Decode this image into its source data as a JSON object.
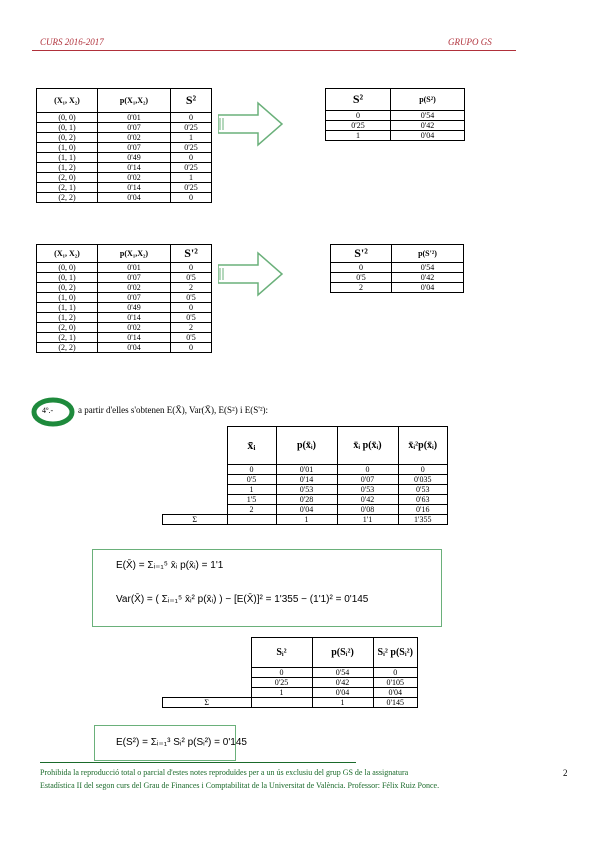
{
  "header": {
    "left": "CURS 2016-2017",
    "right": "GRUPO GS"
  },
  "table1": {
    "headers": [
      "(X₁, X₂)",
      "p(X₁,X₂)",
      "S²"
    ],
    "rows": [
      [
        "(0, 0)",
        "0'01",
        "0"
      ],
      [
        "(0, 1)",
        "0'07",
        "0'25"
      ],
      [
        "(0, 2)",
        "0'02",
        "1"
      ],
      [
        "(1, 0)",
        "0'07",
        "0'25"
      ],
      [
        "(1, 1)",
        "0'49",
        "0"
      ],
      [
        "(1, 2)",
        "0'14",
        "0'25"
      ],
      [
        "(2, 0)",
        "0'02",
        "1"
      ],
      [
        "(2, 1)",
        "0'14",
        "0'25"
      ],
      [
        "(2, 2)",
        "0'04",
        "0"
      ]
    ]
  },
  "table2": {
    "headers": [
      "S²",
      "p(S²)"
    ],
    "rows": [
      [
        "0",
        "0'54"
      ],
      [
        "0'25",
        "0'42"
      ],
      [
        "1",
        "0'04"
      ]
    ]
  },
  "table3": {
    "headers": [
      "(X₁, X₂)",
      "p(X₁,X₂)",
      "S'²"
    ],
    "rows": [
      [
        "(0, 0)",
        "0'01",
        "0"
      ],
      [
        "(0, 1)",
        "0'07",
        "0'5"
      ],
      [
        "(0, 2)",
        "0'02",
        "2"
      ],
      [
        "(1, 0)",
        "0'07",
        "0'5"
      ],
      [
        "(1, 1)",
        "0'49",
        "0"
      ],
      [
        "(1, 2)",
        "0'14",
        "0'5"
      ],
      [
        "(2, 0)",
        "0'02",
        "2"
      ],
      [
        "(2, 1)",
        "0'14",
        "0'5"
      ],
      [
        "(2, 2)",
        "0'04",
        "0"
      ]
    ]
  },
  "table4": {
    "headers": [
      "S'²",
      "p(S'²)"
    ],
    "rows": [
      [
        "0",
        "0'54"
      ],
      [
        "0'5",
        "0'42"
      ],
      [
        "2",
        "0'04"
      ]
    ]
  },
  "step": {
    "label": "4º.-",
    "text": "a partir d'elles s'obtenen E(X̄), Var(X̄), E(S²) i E(S'²):"
  },
  "table5": {
    "headers": [
      "x̄ᵢ",
      "p(x̄ᵢ)",
      "x̄ᵢ p(x̄ᵢ)",
      "x̄ᵢ²p(x̄ᵢ)"
    ],
    "rows": [
      [
        "0",
        "0'01",
        "0",
        "0"
      ],
      [
        "0'5",
        "0'14",
        "0'07",
        "0'035"
      ],
      [
        "1",
        "0'53",
        "0'53",
        "0'53"
      ],
      [
        "1'5",
        "0'28",
        "0'42",
        "0'63"
      ],
      [
        "2",
        "0'04",
        "0'08",
        "0'16"
      ]
    ],
    "total": [
      "Σ",
      "1",
      "1'1",
      "1'355"
    ]
  },
  "formula1": {
    "line1": "E(X̄) = Σᵢ₌₁⁵ x̄ᵢ p(x̄ᵢ) = 1'1",
    "line2": "Var(X̄) = ( Σᵢ₌₁⁵ x̄ᵢ² p(x̄ᵢ) ) − [E(X̄)]² = 1'355 − (1'1)² = 0'145"
  },
  "table6": {
    "headers": [
      "Sᵢ²",
      "p(Sᵢ²)",
      "Sᵢ² p(Sᵢ²)"
    ],
    "rows": [
      [
        "0",
        "0'54",
        "0"
      ],
      [
        "0'25",
        "0'42",
        "0'105"
      ],
      [
        "1",
        "0'04",
        "0'04"
      ]
    ],
    "total": [
      "Σ",
      "1",
      "0'145"
    ]
  },
  "formula2": {
    "line1": "E(S²) = Σᵢ₌₁³ Sᵢ² p(Sᵢ²) = 0'145"
  },
  "footer": {
    "line1": "Prohibida la reproducció total o parcial d'estes notes  reproduïdes per a un ús exclusiu  del grup GS de la assignatura",
    "line2": "Estadística II del segon curs del Grau de Finances i Comptabilitat de la Universitat de València. Professor: Félix Ruiz Ponce.",
    "page": "2"
  },
  "colors": {
    "header": "#b0303a",
    "arrow": "#6ab07a",
    "circle": "#1e8a3c",
    "footer": "#1a6a2a"
  }
}
